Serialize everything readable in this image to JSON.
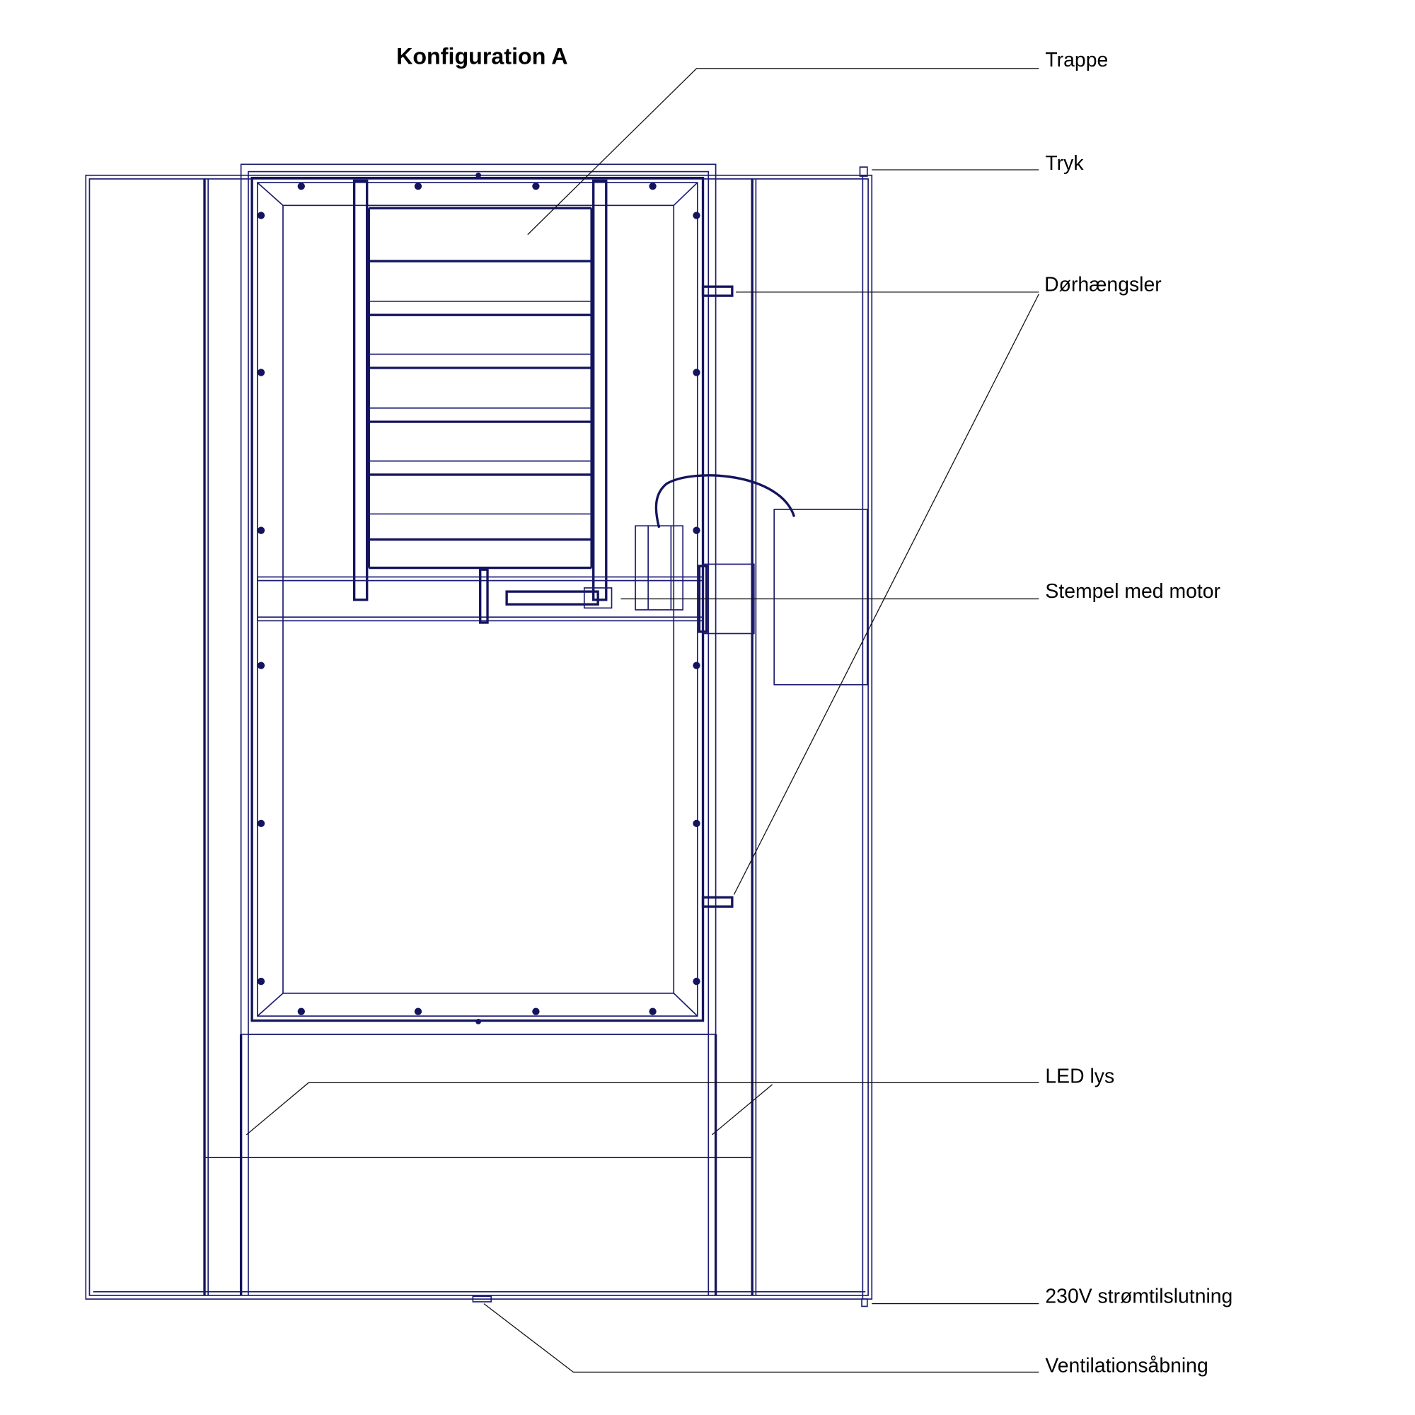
{
  "title": "Konfiguration A",
  "labels": {
    "trappe": "Trappe",
    "tryk": "Tryk",
    "dorhaengsler": "Dørhængsler",
    "stempel": "Stempel med motor",
    "led": "LED lys",
    "power": "230V strømtilslutning",
    "vent": "Ventilationsåbning"
  },
  "colors": {
    "line": "#1c1c72",
    "text": "#000000"
  }
}
